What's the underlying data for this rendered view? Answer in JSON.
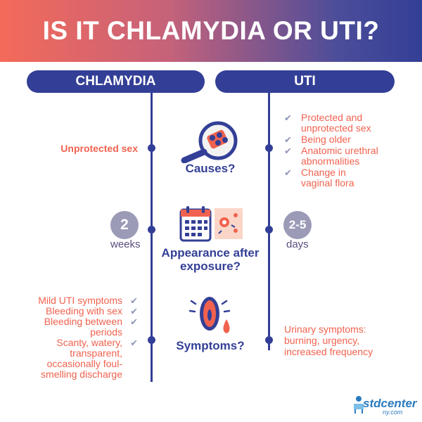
{
  "title": "IS IT CHLAMYDIA OR UTI?",
  "columns": {
    "left": "CHLAMYDIA",
    "right": "UTI"
  },
  "causes": {
    "label": "Causes?",
    "left": "Unprotected sex",
    "right": [
      "Protected and unprotected sex",
      "Being older",
      "Anatomic urethral abnormalities",
      "Change in vaginal flora"
    ]
  },
  "appearance": {
    "label": "Appearance after exposure?",
    "left_value": "2",
    "left_unit": "weeks",
    "right_value": "2-5",
    "right_unit": "days"
  },
  "symptoms": {
    "label": "Symptoms?",
    "left": [
      "Mild UTI symptoms",
      "Bleeding with sex",
      "Bleeding between periods",
      "Scanty, watery, transparent, occasionally foul-smelling discharge"
    ],
    "right": "Urinary symptoms: burning, urgency, increased frequency"
  },
  "logo": {
    "main": "stdcenter",
    "sub": "ny.com"
  },
  "colors": {
    "navy": "#333f96",
    "coral": "#f0624f",
    "gray_circle": "#9b9bb8",
    "check": "#8f96b8"
  }
}
